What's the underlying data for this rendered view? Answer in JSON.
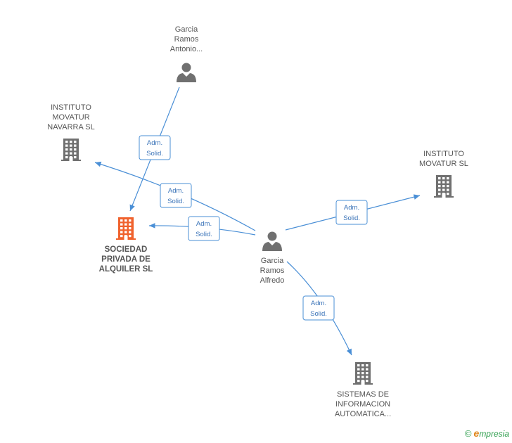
{
  "persons": [
    {
      "id": "p1",
      "name_lines": [
        "Garcia",
        "Ramos",
        "Antonio..."
      ],
      "color": "#707070"
    },
    {
      "id": "p2",
      "name_lines": [
        "Garcia",
        "Ramos",
        "Alfredo"
      ],
      "color": "#707070"
    }
  ],
  "companies": [
    {
      "id": "c_main",
      "name_lines": [
        "SOCIEDAD",
        "PRIVADA DE",
        "ALQUILER SL"
      ],
      "color": "#f0622d",
      "highlight": true
    },
    {
      "id": "c_navarra",
      "name_lines": [
        "INSTITUTO",
        "MOVATUR",
        "NAVARRA  SL"
      ],
      "color": "#707070"
    },
    {
      "id": "c_movatur",
      "name_lines": [
        "INSTITUTO",
        "MOVATUR SL"
      ],
      "color": "#707070"
    },
    {
      "id": "c_sistemas",
      "name_lines": [
        "SISTEMAS DE",
        "INFORMACION",
        "AUTOMATICA..."
      ],
      "color": "#707070"
    }
  ],
  "edges": [
    {
      "from": "p1",
      "to": "c_main",
      "label_lines": [
        "Adm.",
        "Solid."
      ]
    },
    {
      "from": "p2",
      "to": "c_navarra",
      "label_lines": [
        "Adm.",
        "Solid."
      ]
    },
    {
      "from": "p2",
      "to": "c_main",
      "label_lines": [
        "Adm.",
        "Solid."
      ]
    },
    {
      "from": "p2",
      "to": "c_movatur",
      "label_lines": [
        "Adm.",
        "Solid."
      ]
    },
    {
      "from": "p2",
      "to": "c_sistemas",
      "label_lines": [
        "Adm.",
        "Solid."
      ]
    }
  ],
  "colors": {
    "edge": "#4a8fd6",
    "edge_text": "#3a73b8",
    "icon": "#707070",
    "highlight": "#f0622d"
  },
  "footer": {
    "copyright_symbol": "©",
    "brand_initial": "e",
    "brand_rest": "mpresia"
  }
}
